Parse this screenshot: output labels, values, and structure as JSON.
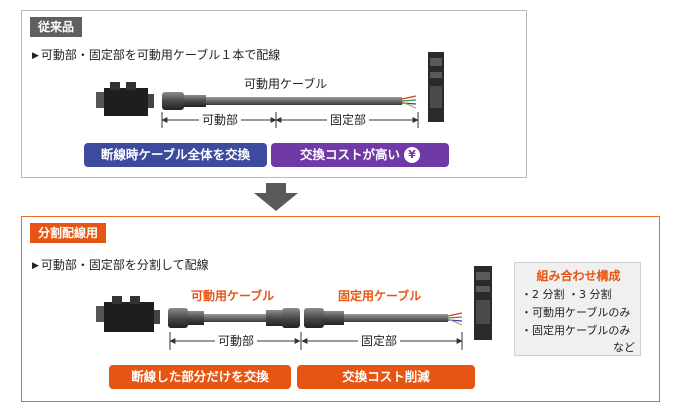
{
  "panels": {
    "old": {
      "tag": "従来品",
      "description": "可動部・固定部を可動用ケーブル１本で配線",
      "cable_label": "可動用ケーブル",
      "movable_label": "可動部",
      "fixed_label": "固定部",
      "left_pill": "断線時ケーブル全体を交換",
      "right_pill": "交換コストが高い",
      "yen_symbol": "¥"
    },
    "new": {
      "tag": "分割配線用",
      "description": "可動部・固定部を分割して配線",
      "movable_cable_label": "可動用ケーブル",
      "fixed_cable_label": "固定用ケーブル",
      "movable_label": "可動部",
      "fixed_label": "固定部",
      "left_pill": "断線した部分だけを交換",
      "right_pill": "交換コスト削減",
      "combo": {
        "title": "組み合わせ構成",
        "items": [
          "・2 分割 ・3 分割",
          "・可動用ケーブルのみ",
          "・固定用ケーブルのみ",
          "など"
        ]
      }
    }
  },
  "colors": {
    "orange": "#e75513",
    "blue_pill": "#3e4a9e",
    "purple_pill": "#6f3aa8",
    "gray_tag": "#606060"
  },
  "icons": [
    "triangle-bullet-icon",
    "yen-icon",
    "down-arrow-icon"
  ]
}
